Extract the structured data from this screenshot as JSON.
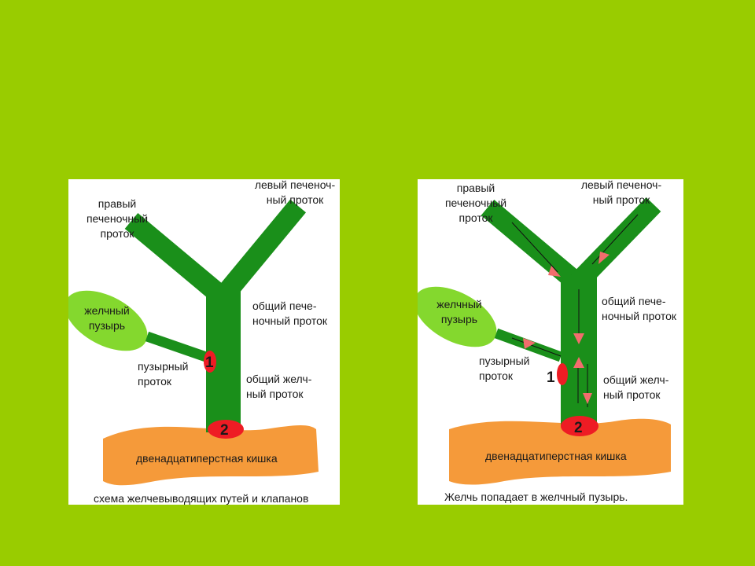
{
  "colors": {
    "background": "#99cc00",
    "duct": "#1a8f1a",
    "gallbladder": "#84d82e",
    "duodenum": "#f59a3a",
    "valve": "#ee1c24",
    "flow_arrow": "#f26d6d"
  },
  "left": {
    "labels": {
      "right_hepatic": "правый печеночный\nпроток",
      "left_hepatic": "левый печеноч-\nный проток",
      "gallbladder": "желчный\nпузырь",
      "common_hepatic": "общий пече-\nночный проток",
      "cystic": "пузырный\nпроток",
      "common_bile": "общий желч-\nный проток",
      "duodenum": "двенадцатиперстная кишка",
      "caption": "схема желчевыводящих путей и клапанов"
    },
    "valves": {
      "one": "1",
      "two": "2"
    }
  },
  "right": {
    "labels": {
      "right_hepatic": "правый печеночный\nпроток",
      "left_hepatic": "левый печеноч-\nный проток",
      "gallbladder": "желчный\nпузырь",
      "common_hepatic": "общий пече-\nночный проток",
      "cystic": "пузырный\nпроток",
      "common_bile": "общий желч-\nный проток",
      "duodenum": "двенадцатиперстная кишка",
      "caption": "Желчь попадает в желчный пузырь."
    },
    "valves": {
      "one": "1",
      "two": "2"
    }
  }
}
